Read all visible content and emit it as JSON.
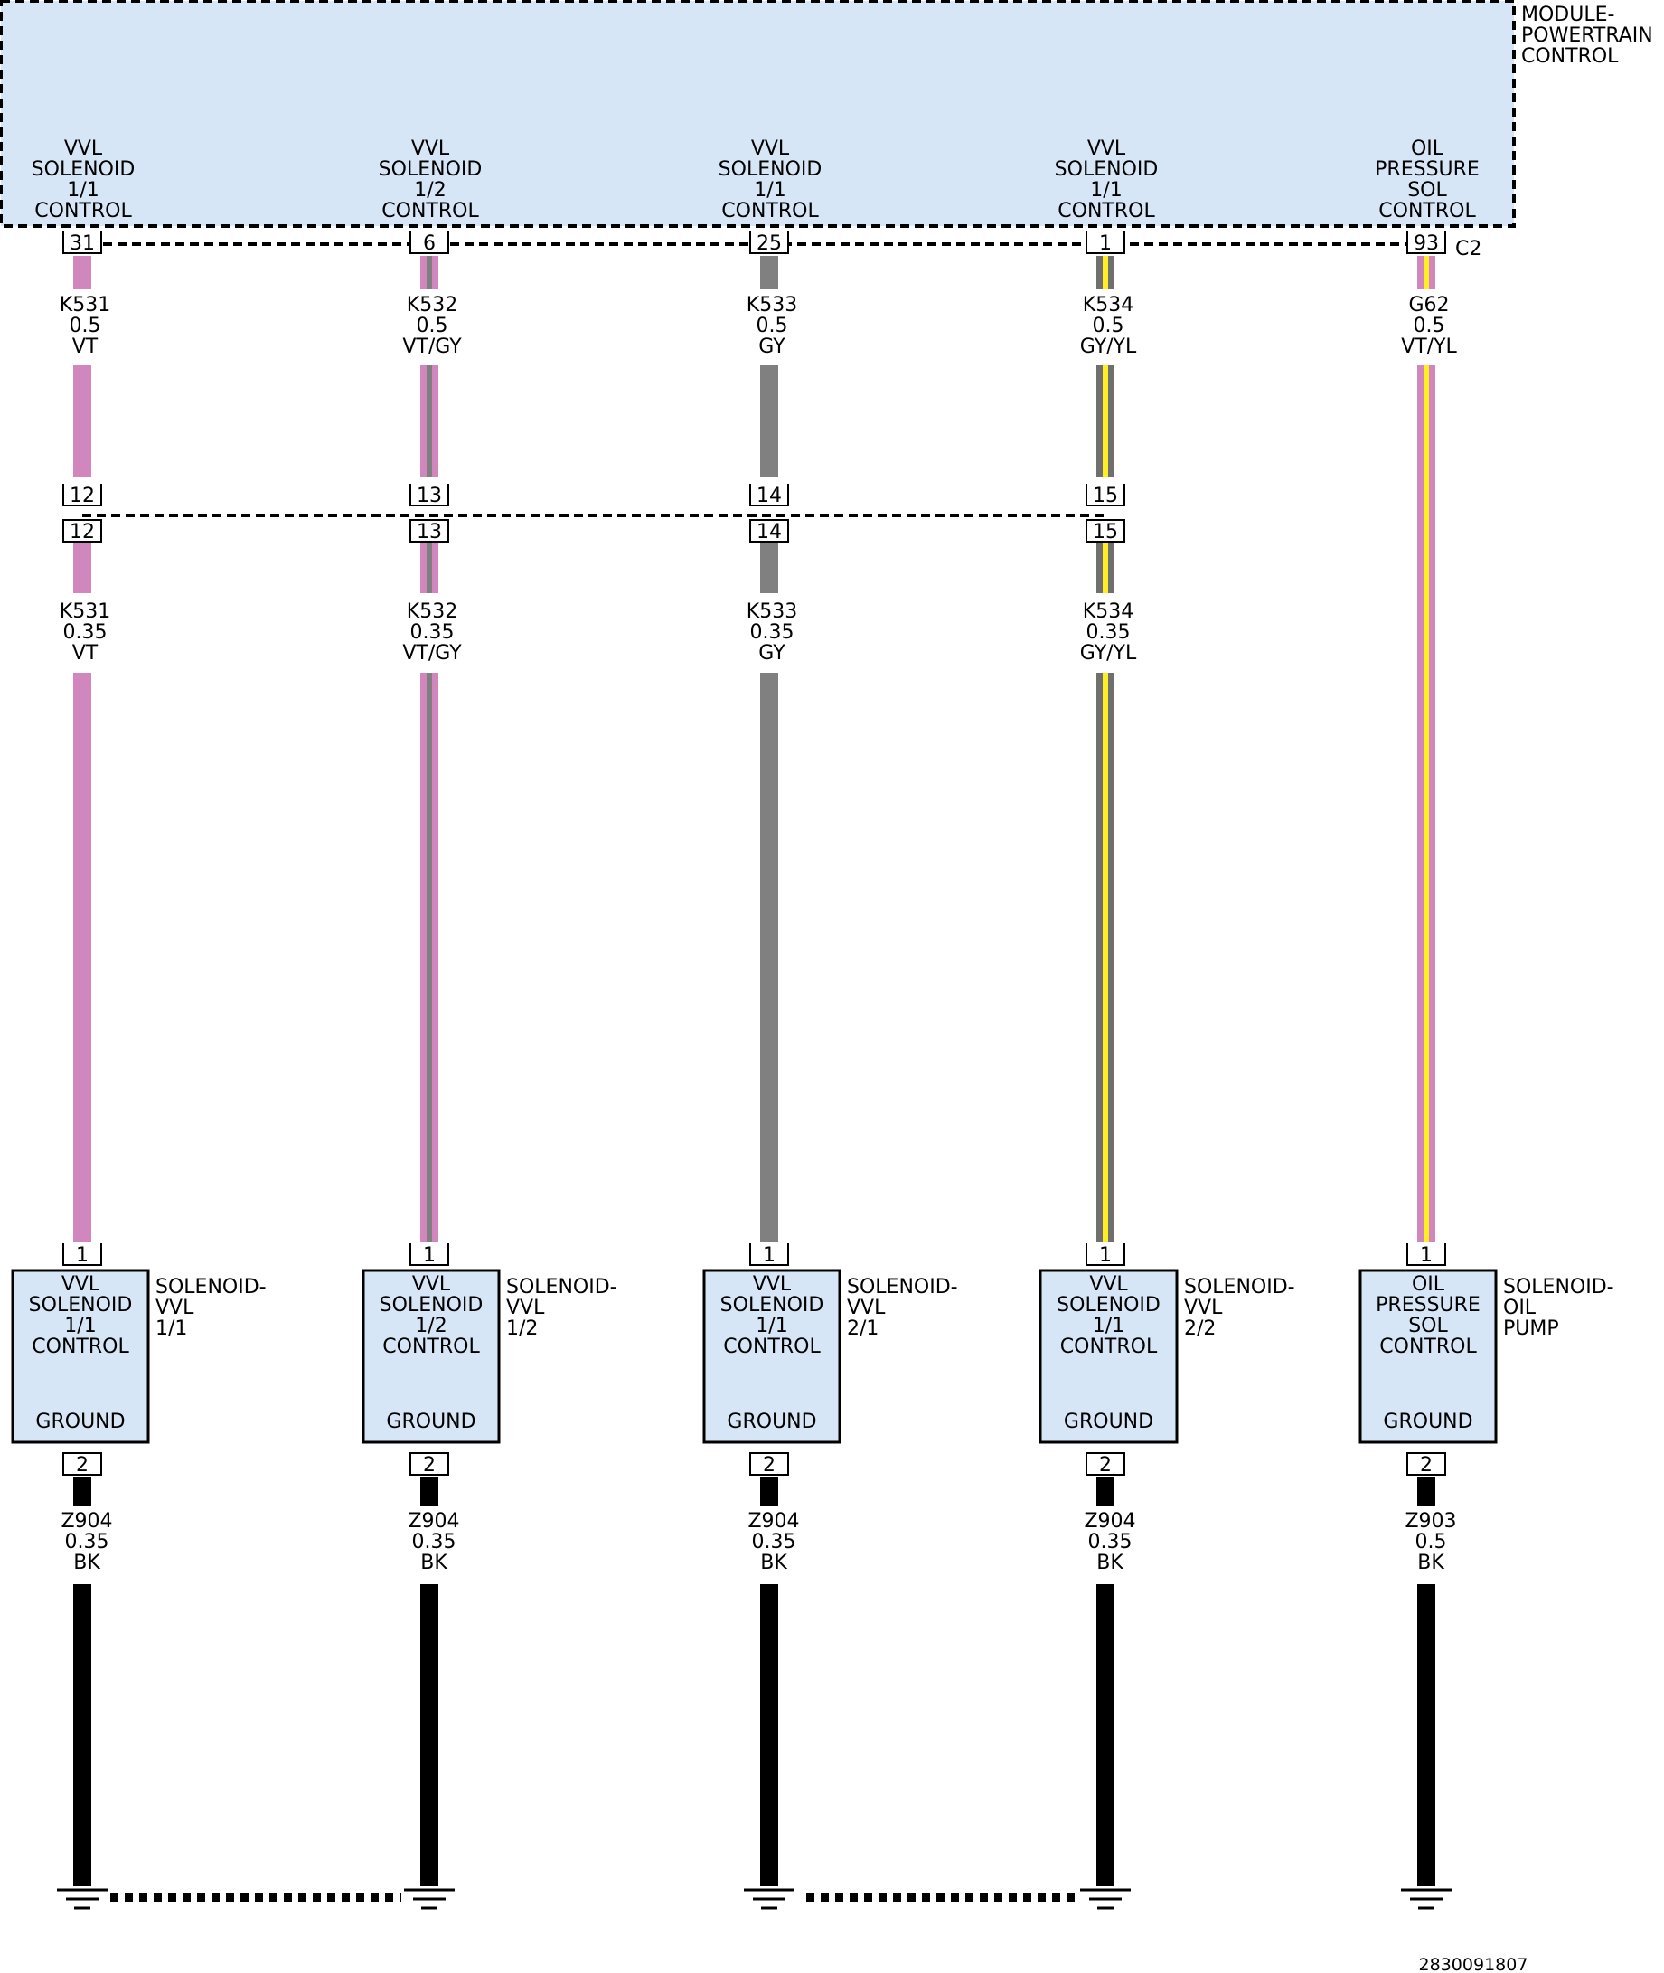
{
  "module": {
    "name_lines": [
      "MODULE-",
      "POWERTRAIN",
      "CONTROL"
    ],
    "connector": "C2",
    "fill": "#d6e6f6"
  },
  "circuits": [
    {
      "id": "c1",
      "module_pin_label": [
        "VVL",
        "SOLENOID",
        "1/1",
        "CONTROL"
      ],
      "module_pin": "31",
      "upper_wire": {
        "circuit": "K531",
        "size": "0.5",
        "color": "VT",
        "stripes": [
          "#d186be"
        ]
      },
      "inline_pin": "12",
      "lower_wire": {
        "circuit": "K531",
        "size": "0.35",
        "color": "VT",
        "stripes": [
          "#d186be"
        ]
      },
      "component": {
        "name_lines": [
          "SOLENOID-",
          "VVL",
          "1/1"
        ],
        "label_lines": [
          "VVL",
          "SOLENOID",
          "1/1",
          "CONTROL"
        ],
        "ground_label": "GROUND",
        "pin_top": "1",
        "pin_bottom": "2"
      },
      "ground_wire": {
        "circuit": "Z904",
        "size": "0.35",
        "color": "BK"
      }
    },
    {
      "id": "c2",
      "module_pin_label": [
        "VVL",
        "SOLENOID",
        "1/2",
        "CONTROL"
      ],
      "module_pin": "6",
      "upper_wire": {
        "circuit": "K532",
        "size": "0.5",
        "color": "VT/GY",
        "stripes": [
          "#d186be",
          "#7f7f7f",
          "#d186be"
        ]
      },
      "inline_pin": "13",
      "lower_wire": {
        "circuit": "K532",
        "size": "0.35",
        "color": "VT/GY",
        "stripes": [
          "#d186be",
          "#7f7f7f",
          "#d186be"
        ]
      },
      "component": {
        "name_lines": [
          "SOLENOID-",
          "VVL",
          "1/2"
        ],
        "label_lines": [
          "VVL",
          "SOLENOID",
          "1/2",
          "CONTROL"
        ],
        "ground_label": "GROUND",
        "pin_top": "1",
        "pin_bottom": "2"
      },
      "ground_wire": {
        "circuit": "Z904",
        "size": "0.35",
        "color": "BK"
      }
    },
    {
      "id": "c3",
      "module_pin_label": [
        "VVL",
        "SOLENOID",
        "1/1",
        "CONTROL"
      ],
      "module_pin": "25",
      "upper_wire": {
        "circuit": "K533",
        "size": "0.5",
        "color": "GY",
        "stripes": [
          "#808080"
        ]
      },
      "inline_pin": "14",
      "lower_wire": {
        "circuit": "K533",
        "size": "0.35",
        "color": "GY",
        "stripes": [
          "#808080"
        ]
      },
      "component": {
        "name_lines": [
          "SOLENOID-",
          "VVL",
          "2/1"
        ],
        "label_lines": [
          "VVL",
          "SOLENOID",
          "1/1",
          "CONTROL"
        ],
        "ground_label": "GROUND",
        "pin_top": "1",
        "pin_bottom": "2"
      },
      "ground_wire": {
        "circuit": "Z904",
        "size": "0.35",
        "color": "BK"
      }
    },
    {
      "id": "c4",
      "module_pin_label": [
        "VVL",
        "SOLENOID",
        "1/1",
        "CONTROL"
      ],
      "module_pin": "1",
      "upper_wire": {
        "circuit": "K534",
        "size": "0.5",
        "color": "GY/YL",
        "stripes": [
          "#6f6f6f",
          "#ffee22",
          "#6f6f6f"
        ]
      },
      "inline_pin": "15",
      "lower_wire": {
        "circuit": "K534",
        "size": "0.35",
        "color": "GY/YL",
        "stripes": [
          "#6f6f6f",
          "#ffee22",
          "#6f6f6f"
        ]
      },
      "component": {
        "name_lines": [
          "SOLENOID-",
          "VVL",
          "2/2"
        ],
        "label_lines": [
          "VVL",
          "SOLENOID",
          "1/1",
          "CONTROL"
        ],
        "ground_label": "GROUND",
        "pin_top": "1",
        "pin_bottom": "2"
      },
      "ground_wire": {
        "circuit": "Z904",
        "size": "0.35",
        "color": "BK"
      }
    },
    {
      "id": "c5",
      "module_pin_label": [
        "OIL",
        "PRESSURE",
        "SOL",
        "CONTROL"
      ],
      "module_pin": "93",
      "upper_wire": {
        "circuit": "G62",
        "size": "0.5",
        "color": "VT/YL",
        "stripes": [
          "#d186be",
          "#ffee22",
          "#d186be"
        ]
      },
      "inline_pin": null,
      "lower_wire": null,
      "component": {
        "name_lines": [
          "SOLENOID-",
          "OIL",
          "PUMP"
        ],
        "label_lines": [
          "OIL",
          "PRESSURE",
          "SOL",
          "CONTROL"
        ],
        "ground_label": "GROUND",
        "pin_top": "1",
        "pin_bottom": "2"
      },
      "ground_wire": {
        "circuit": "Z903",
        "size": "0.5",
        "color": "BK"
      }
    }
  ],
  "footer": {
    "figure_id": "2830091807"
  }
}
